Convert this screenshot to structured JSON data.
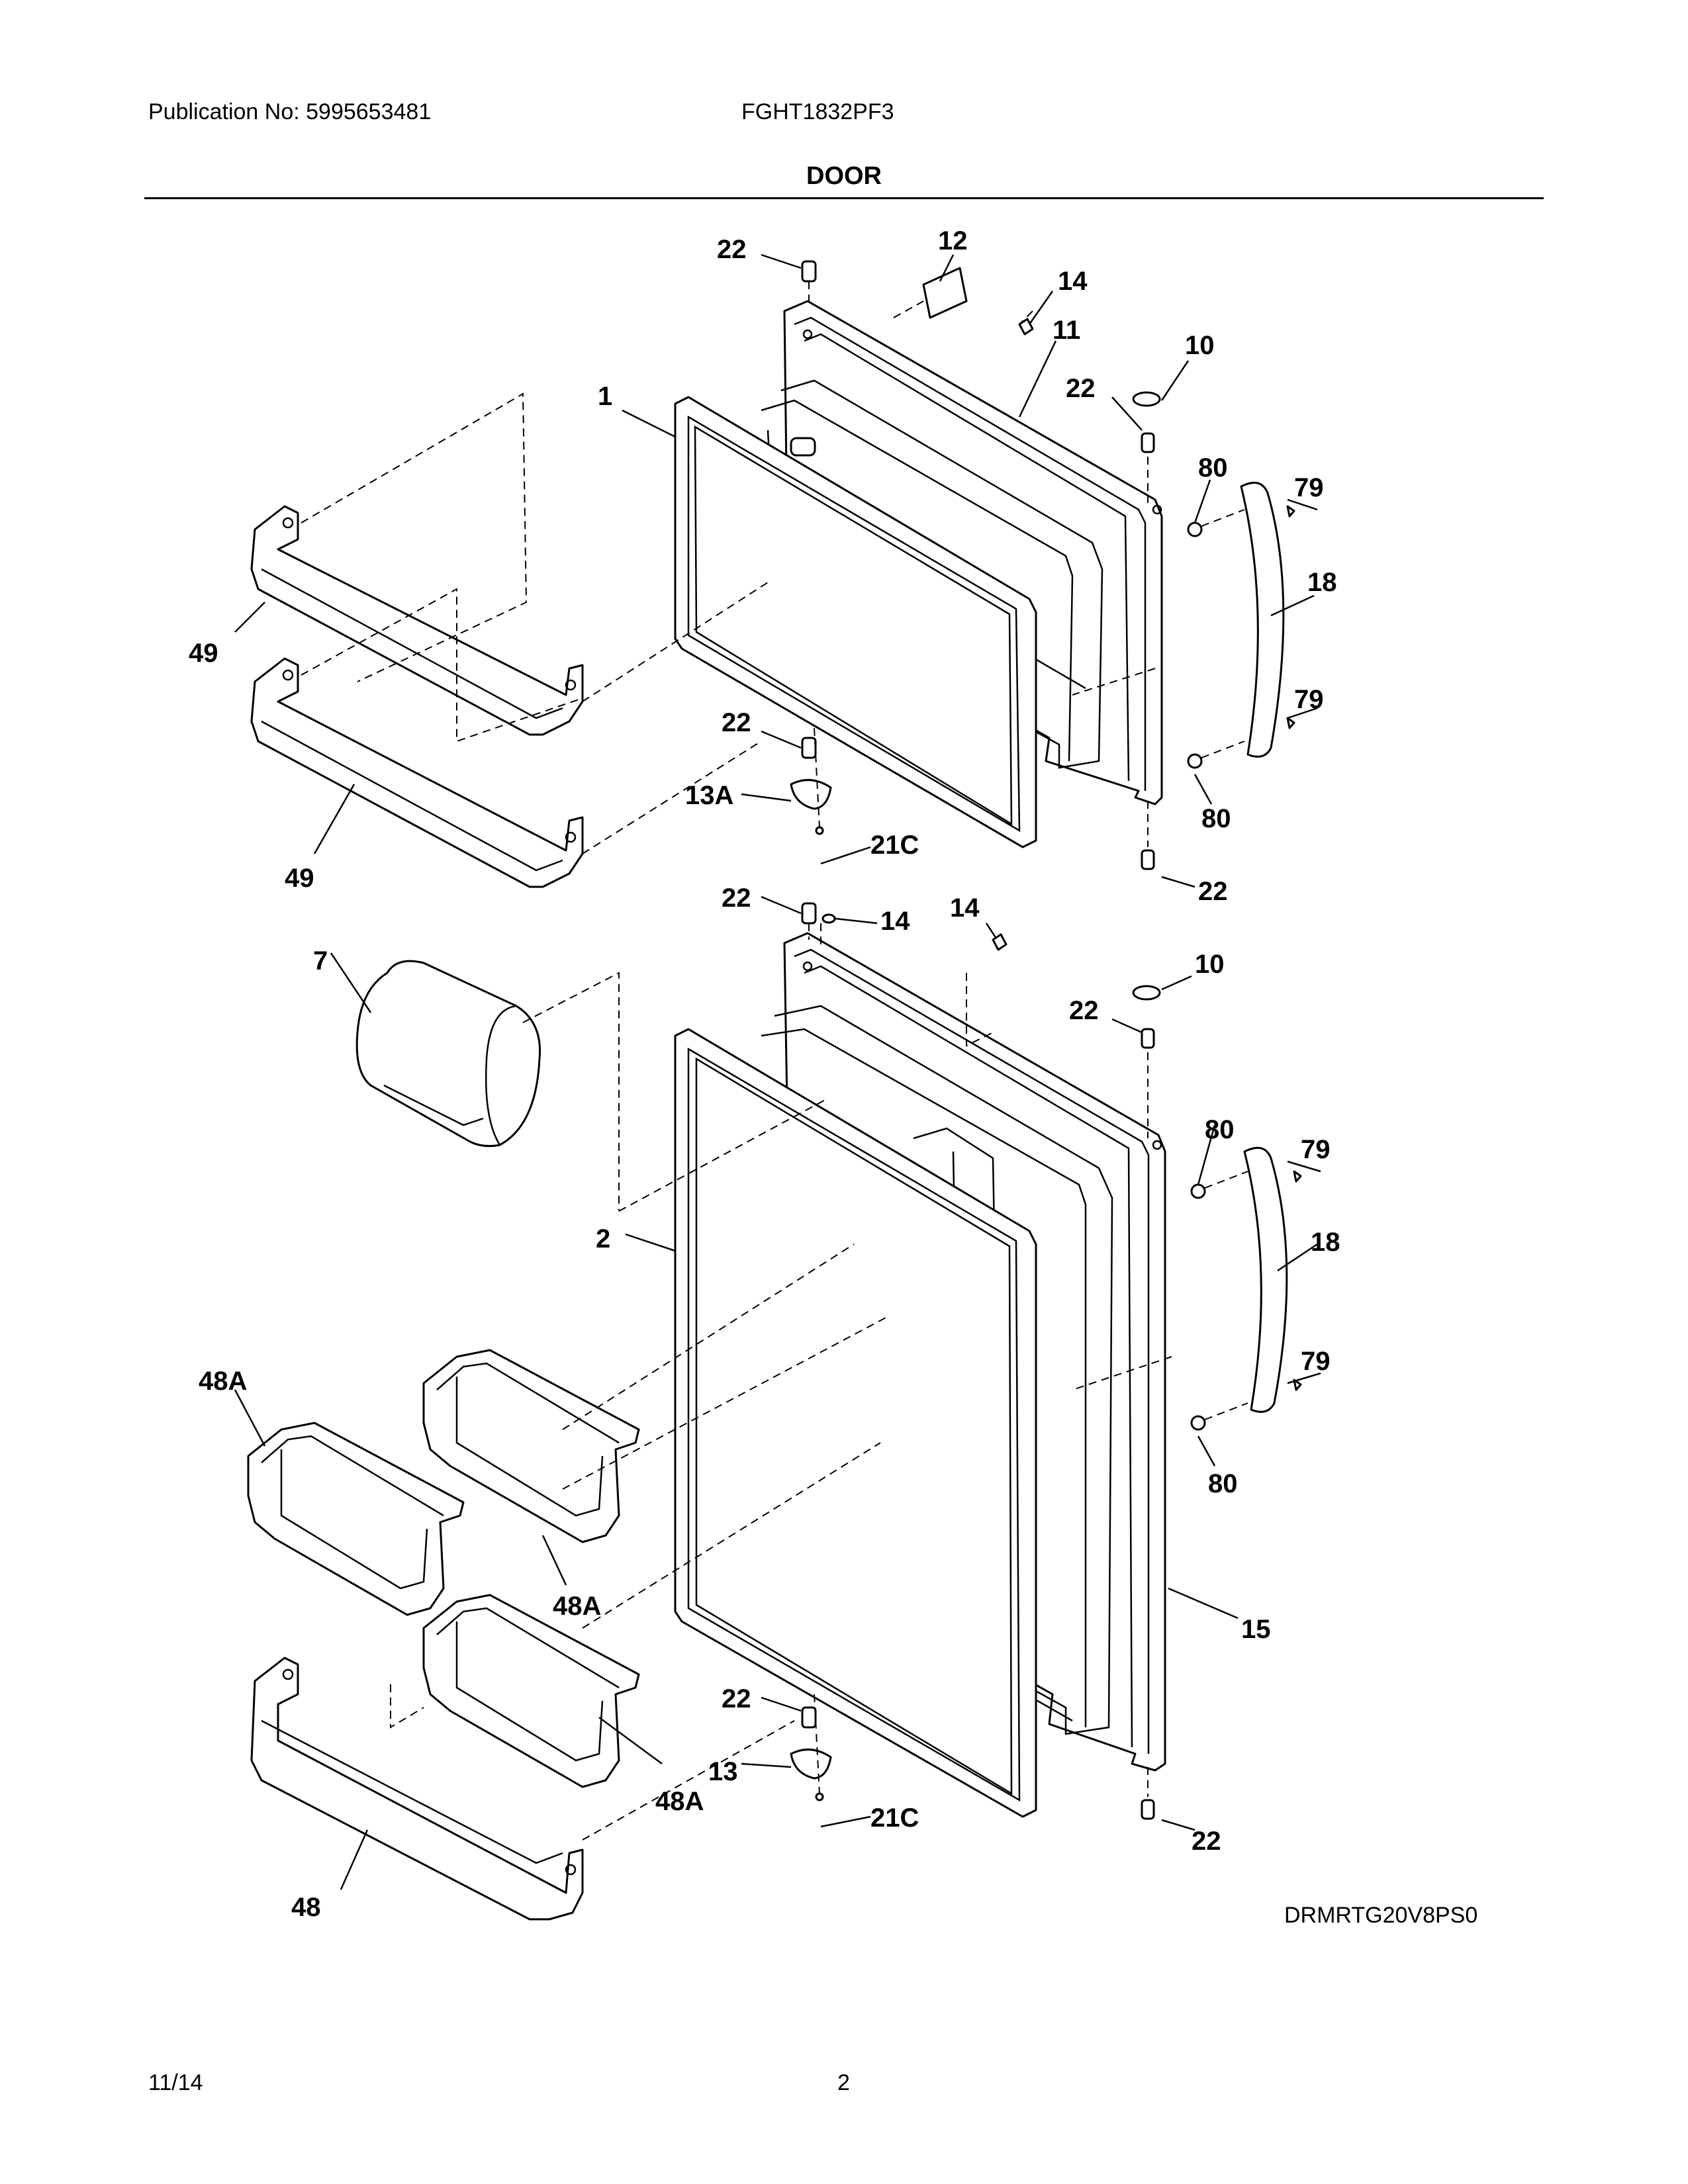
{
  "header": {
    "publication": "Publication No: 5995653481",
    "model": "FGHT1832PF3",
    "section_title": "DOOR"
  },
  "drawing_code": "DRMRTG20V8PS0",
  "footer": {
    "date": "11/14",
    "page_number": "2"
  },
  "callouts": {
    "c1": "1",
    "c2": "2",
    "c7": "7",
    "c10a": "10",
    "c10b": "10",
    "c11": "11",
    "c12": "12",
    "c13": "13",
    "c13a": "13A",
    "c14a": "14",
    "c14b": "14",
    "c14c": "14",
    "c15": "15",
    "c18a": "18",
    "c18b": "18",
    "c21ca": "21C",
    "c21cb": "21C",
    "c22a": "22",
    "c22b": "22",
    "c22c": "22",
    "c22d": "22",
    "c22e": "22",
    "c22f": "22",
    "c22g": "22",
    "c22h": "22",
    "c48": "48",
    "c48aa": "48A",
    "c48ab": "48A",
    "c48ac": "48A",
    "c49a": "49",
    "c49b": "49",
    "c79a": "79",
    "c79b": "79",
    "c79c": "79",
    "c79d": "79",
    "c80a": "80",
    "c80b": "80",
    "c80c": "80",
    "c80d": "80"
  }
}
